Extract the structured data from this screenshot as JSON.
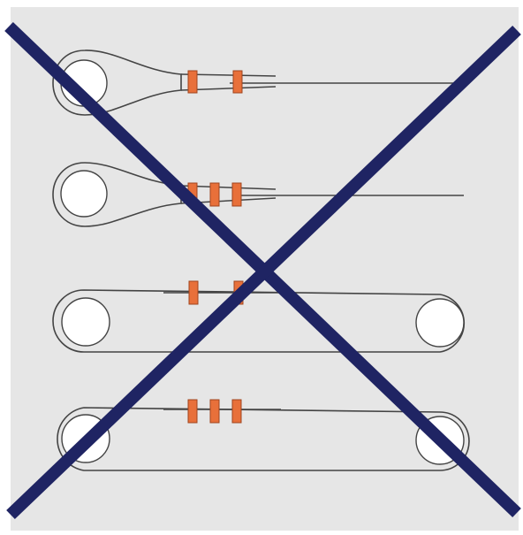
{
  "colors": {
    "panel_background": "#e6e6e6",
    "outline": "#444444",
    "eye_fill": "#ffffff",
    "crimp": "#e8703a",
    "crimp_stroke": "#a0441d",
    "cross": "#1f2463"
  },
  "diagram": {
    "rows": [
      {
        "kind": "single-eye-loop",
        "sleeve_count": 2
      },
      {
        "kind": "single-eye-loop",
        "sleeve_count": 3
      },
      {
        "kind": "double-eye-sling",
        "sleeve_count": 2
      },
      {
        "kind": "double-eye-sling",
        "sleeve_count": 3
      }
    ],
    "overlay": "cross-out-mark"
  }
}
